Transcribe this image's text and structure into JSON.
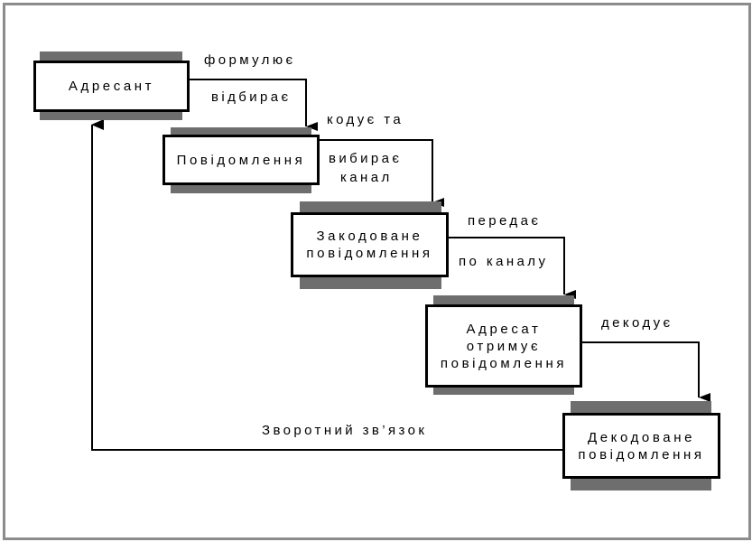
{
  "nodes": {
    "sender": [
      "Адресант"
    ],
    "message": [
      "Повідомлення"
    ],
    "encoded": [
      "Закодоване",
      "повідомлення"
    ],
    "receiver": [
      "Адресат",
      "отримує",
      "повідомлення"
    ],
    "decoded": [
      "Декодоване",
      "повідомлення"
    ]
  },
  "labels": {
    "formulates": "формулює",
    "selects": "відбирає",
    "encodes": "кодує та",
    "chooses": "вибирає",
    "channel": "канал",
    "transmits": "передає",
    "via_channel": "по каналу",
    "decodes": "декодує",
    "feedback": "Зворотний зв’язок"
  },
  "colors": {
    "frame": "#8c8c8c",
    "shadow_bar": "#6e6e6e",
    "line": "#000000"
  }
}
